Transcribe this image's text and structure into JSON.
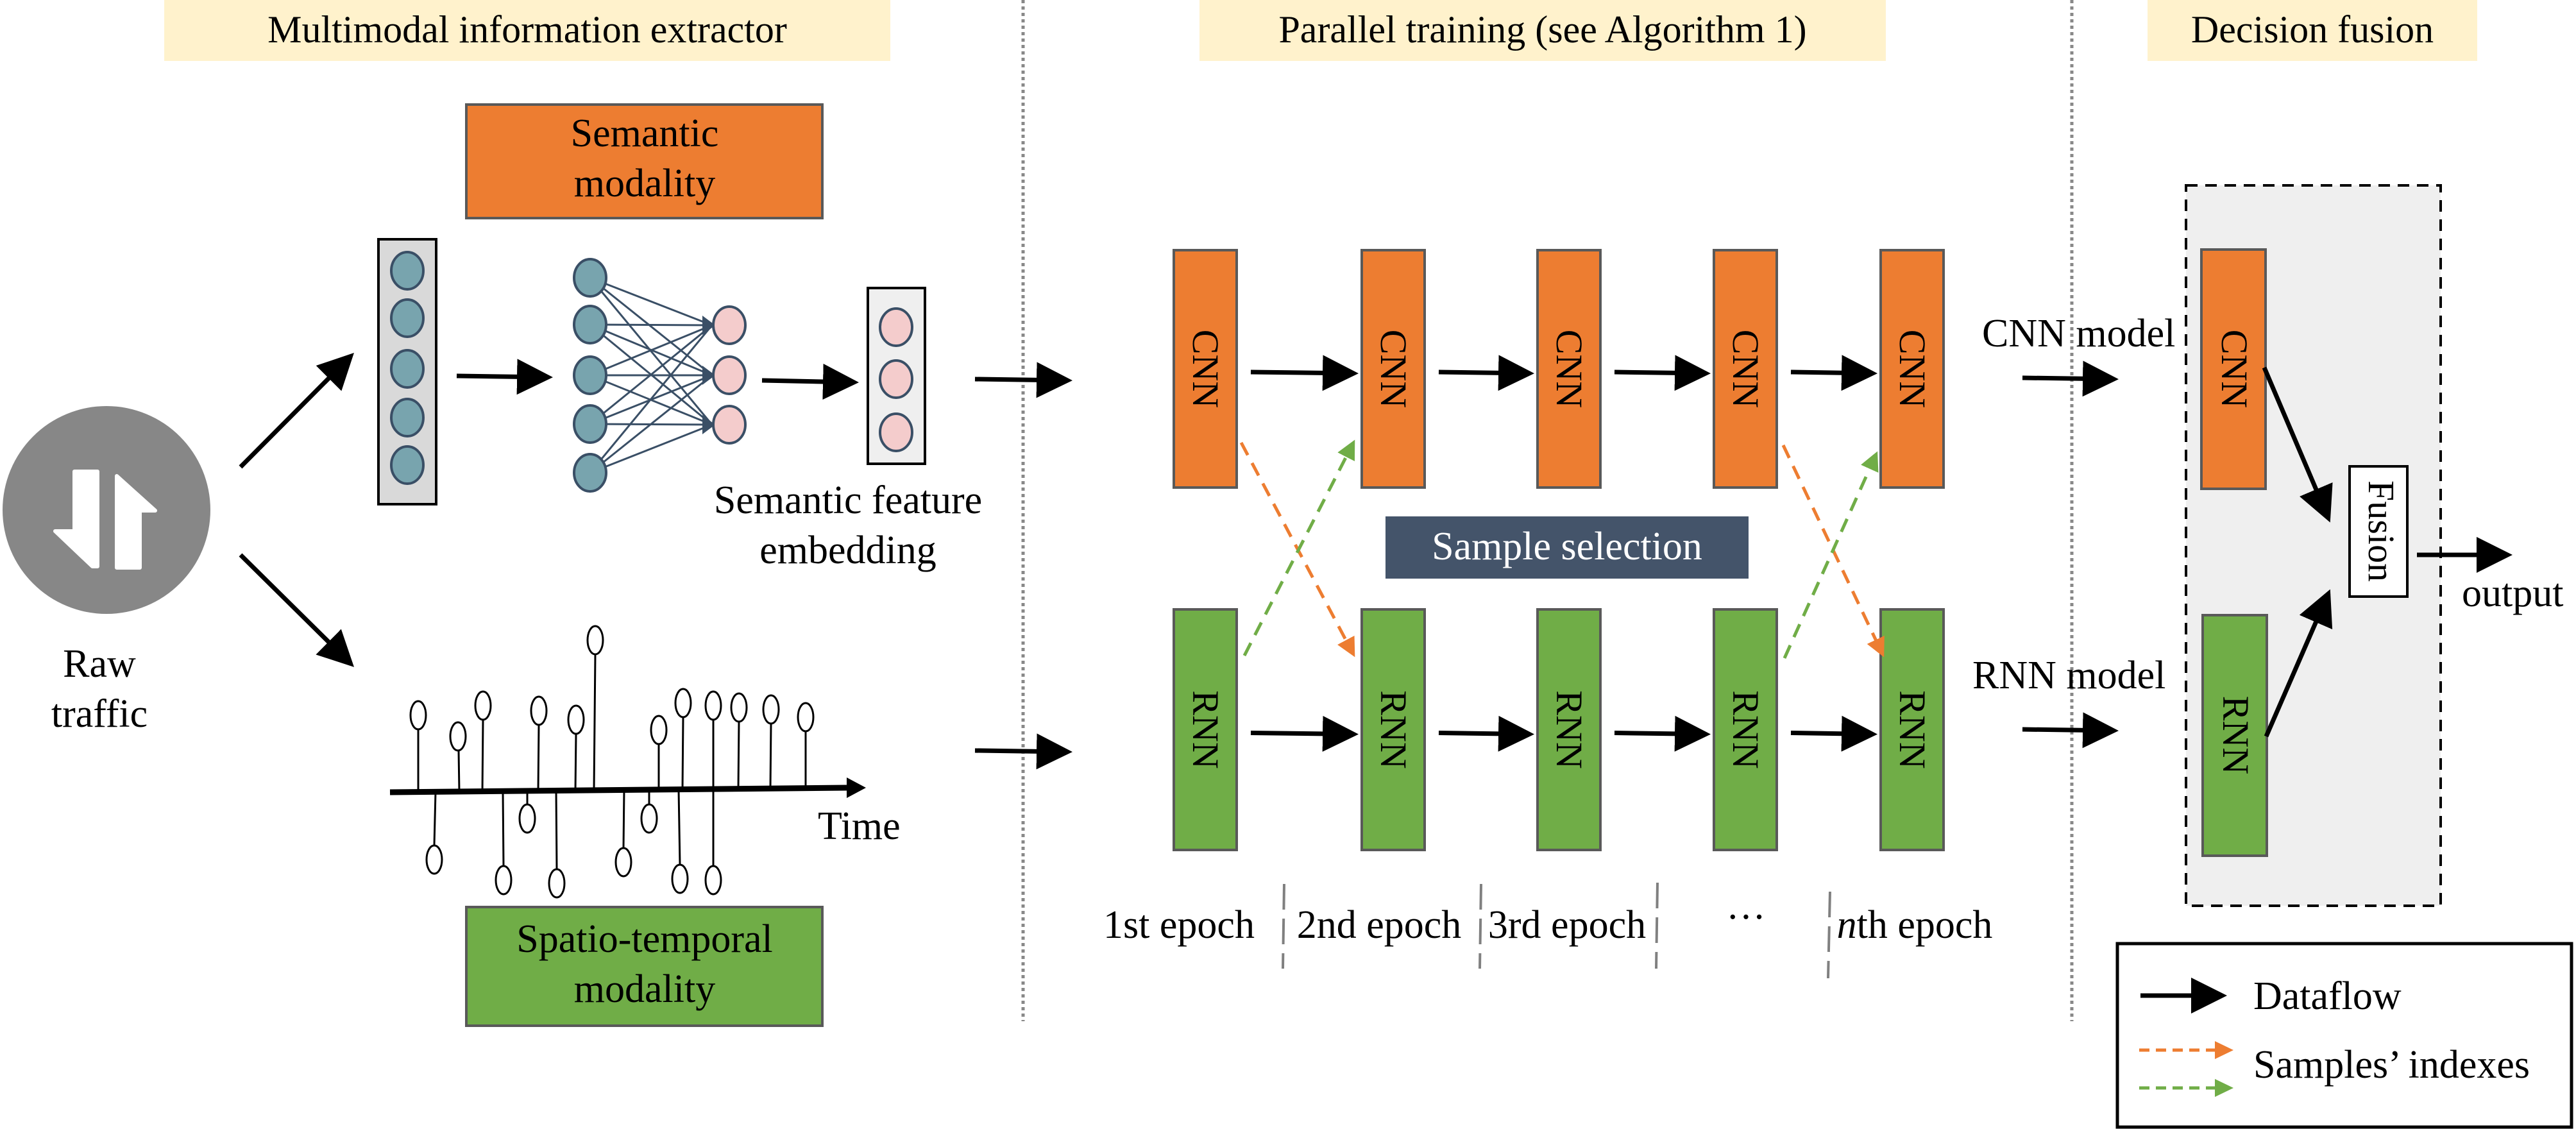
{
  "banners": {
    "extractor": "Multimodal information extractor",
    "training": "Parallel training (see Algorithm 1)",
    "fusion": "Decision fusion"
  },
  "input": {
    "label_line1": "Raw",
    "label_line2": "traffic",
    "icon": "up-down-arrows-icon"
  },
  "semantic": {
    "title_line1": "Semantic",
    "title_line2": "modality",
    "embedding_line1": "Semantic feature",
    "embedding_line2": "embedding"
  },
  "spatio": {
    "title_line1": "Spatio-temporal",
    "title_line2": "modality",
    "axis_label": "Time"
  },
  "training": {
    "cnn_label": "CNN",
    "rnn_label": "RNN",
    "sample_selection": "Sample selection",
    "epochs": [
      "1st epoch",
      "2nd epoch",
      "3rd epoch",
      "···",
      "th epoch"
    ],
    "nth_prefix": "n"
  },
  "fusion": {
    "cnn_model_label": "CNN model",
    "rnn_model_label": "RNN model",
    "cnn_label": "CNN",
    "rnn_label": "RNN",
    "fusion_label": "Fusion",
    "output_label": "output"
  },
  "legend": {
    "dataflow": "Dataflow",
    "samples": "Samples’ indexes"
  },
  "colors": {
    "banner": "#fff2cc",
    "cnn": "#ed7d31",
    "rnn": "#70ad47",
    "sample_selection": "#44546a",
    "fusion_area": "#efefef",
    "node_blue": "#78a4ae",
    "node_pink": "#f4cccc",
    "icon_gray": "#878787"
  }
}
